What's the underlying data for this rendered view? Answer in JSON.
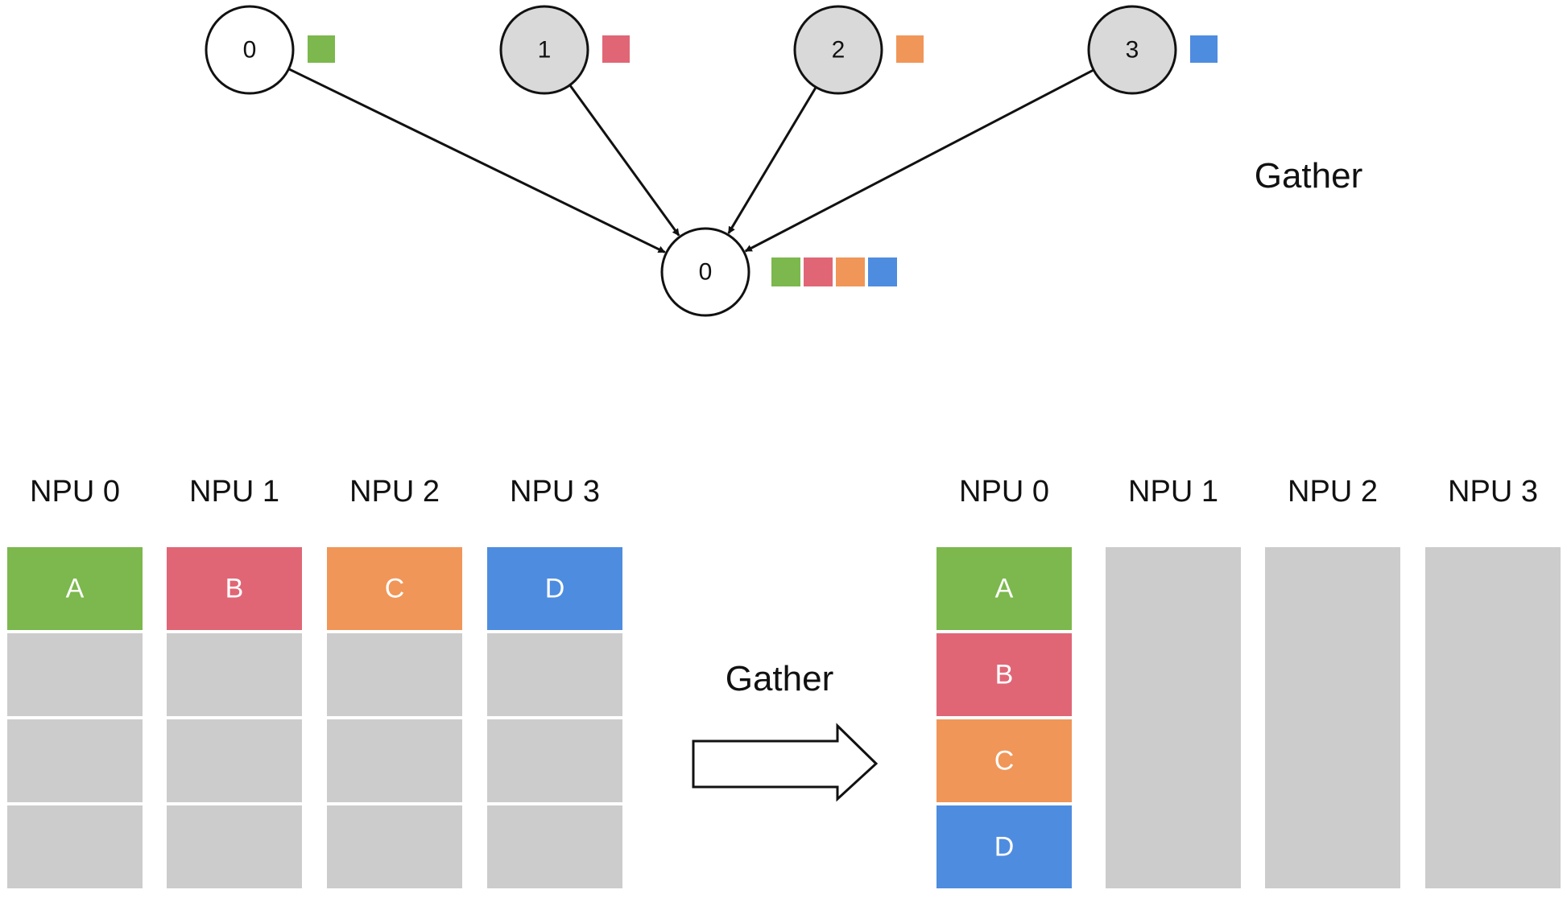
{
  "colors": {
    "green": "#7cb84d",
    "red": "#e06676",
    "orange": "#f09658",
    "blue": "#4e8ce0",
    "empty_cell": "#cccccc",
    "node_light": "#ffffff",
    "node_gray": "#d9d9d9",
    "stroke": "#111111"
  },
  "top_diagram": {
    "op_label": "Gather",
    "source_nodes": [
      {
        "label": "0",
        "fill": "node_light",
        "chunk_color": "green"
      },
      {
        "label": "1",
        "fill": "node_gray",
        "chunk_color": "red"
      },
      {
        "label": "2",
        "fill": "node_gray",
        "chunk_color": "orange"
      },
      {
        "label": "3",
        "fill": "node_gray",
        "chunk_color": "blue"
      }
    ],
    "target_node": {
      "label": "0",
      "fill": "node_light",
      "chunk_colors": [
        "green",
        "red",
        "orange",
        "blue"
      ]
    }
  },
  "bottom_diagram": {
    "op_label": "Gather",
    "before": {
      "columns": [
        {
          "header": "NPU 0",
          "cells": [
            {
              "label": "A",
              "color": "green"
            },
            {
              "label": "",
              "color": "empty_cell"
            },
            {
              "label": "",
              "color": "empty_cell"
            },
            {
              "label": "",
              "color": "empty_cell"
            }
          ]
        },
        {
          "header": "NPU 1",
          "cells": [
            {
              "label": "B",
              "color": "red"
            },
            {
              "label": "",
              "color": "empty_cell"
            },
            {
              "label": "",
              "color": "empty_cell"
            },
            {
              "label": "",
              "color": "empty_cell"
            }
          ]
        },
        {
          "header": "NPU 2",
          "cells": [
            {
              "label": "C",
              "color": "orange"
            },
            {
              "label": "",
              "color": "empty_cell"
            },
            {
              "label": "",
              "color": "empty_cell"
            },
            {
              "label": "",
              "color": "empty_cell"
            }
          ]
        },
        {
          "header": "NPU 3",
          "cells": [
            {
              "label": "D",
              "color": "blue"
            },
            {
              "label": "",
              "color": "empty_cell"
            },
            {
              "label": "",
              "color": "empty_cell"
            },
            {
              "label": "",
              "color": "empty_cell"
            }
          ]
        }
      ]
    },
    "after": {
      "columns": [
        {
          "header": "NPU 0",
          "cells": [
            {
              "label": "A",
              "color": "green"
            },
            {
              "label": "B",
              "color": "red"
            },
            {
              "label": "C",
              "color": "orange"
            },
            {
              "label": "D",
              "color": "blue"
            }
          ]
        },
        {
          "header": "NPU 1",
          "cells": []
        },
        {
          "header": "NPU 2",
          "cells": []
        },
        {
          "header": "NPU 3",
          "cells": []
        }
      ]
    }
  }
}
